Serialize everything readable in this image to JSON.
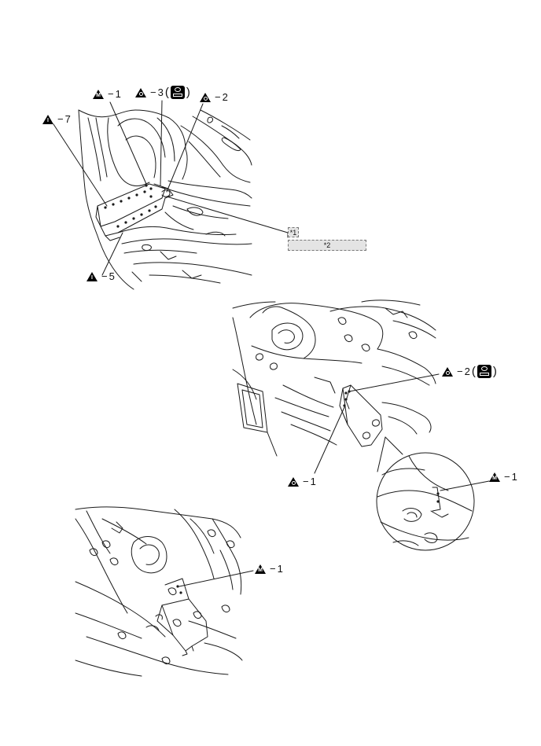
{
  "callouts": {
    "a_m1": {
      "num": "1",
      "sym": "M"
    },
    "a_o3": {
      "num": "3",
      "sym": "O"
    },
    "a_o2": {
      "num": "2",
      "sym": "O"
    },
    "a_i7": {
      "num": "7",
      "sym": "I"
    },
    "a_i5": {
      "num": "5",
      "sym": "I"
    },
    "b_o2": {
      "num": "2",
      "sym": "O"
    },
    "b_o1": {
      "num": "1",
      "sym": "O"
    },
    "b_m1": {
      "num": "1",
      "sym": "M"
    },
    "c_m1": {
      "num": "1",
      "sym": "M"
    }
  },
  "ref_labels": {
    "star1": "*1",
    "star2": "*2"
  },
  "symbols": {
    "dash": "−",
    "open_paren": "(",
    "close_paren": ")"
  },
  "icons": {
    "triangle_marker": "triangle-marker-icon",
    "sealer": "sealer-icon"
  },
  "colors": {
    "line": "#1a1a1a",
    "marker": "#000000",
    "ref_box": "#e4e4e4"
  }
}
